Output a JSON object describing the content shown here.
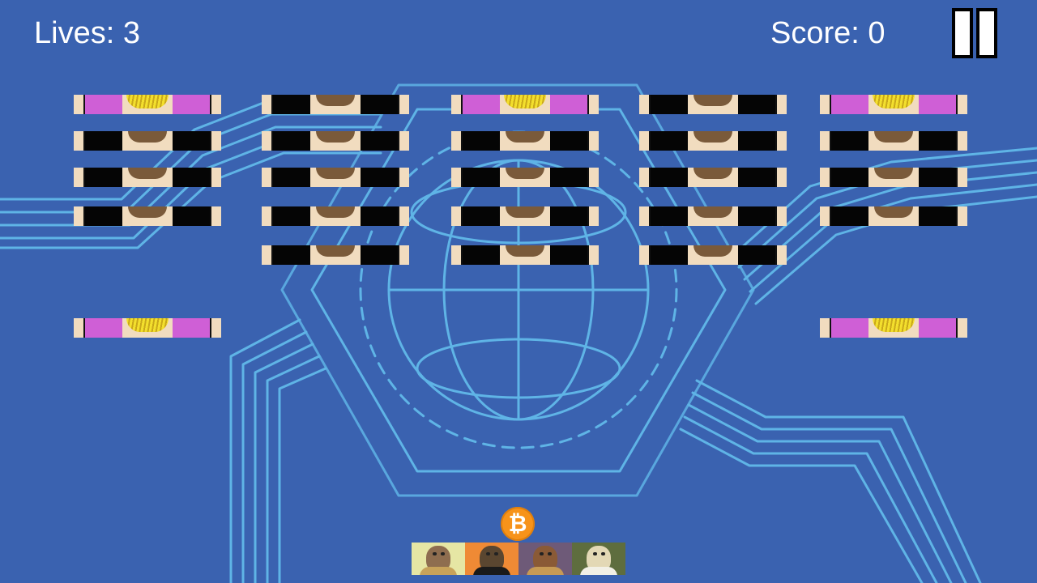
{
  "hud": {
    "lives_label": "Lives:",
    "lives_value": "3",
    "score_label": "Score:",
    "score_value": "0",
    "pause_icon": "pause-icon"
  },
  "bricks": [
    [
      "gold",
      "dark",
      "gold",
      "dark",
      "gold"
    ],
    [
      "dark",
      "dark",
      "dark",
      "dark",
      "dark"
    ],
    [
      "dark",
      "dark",
      "dark",
      "dark",
      "dark"
    ],
    [
      "dark",
      "dark",
      "dark",
      "dark",
      "dark"
    ],
    [
      "",
      "dark",
      "dark",
      "dark",
      ""
    ],
    [
      "gold",
      "",
      "",
      "",
      "gold"
    ]
  ],
  "ball": {
    "glyph": "₿",
    "icon": "bitcoin-coin-icon"
  },
  "paddle": {
    "icons": [
      "ape-avatar-icon",
      "ape-avatar-icon",
      "ape-avatar-icon",
      "ape-avatar-icon"
    ]
  },
  "colors": {
    "background": "#3a62b0",
    "circuit": "#5fb4e6",
    "brick_dark": "#050505",
    "brick_gold_side": "#cf5fd6",
    "coin": "#f7931a"
  }
}
